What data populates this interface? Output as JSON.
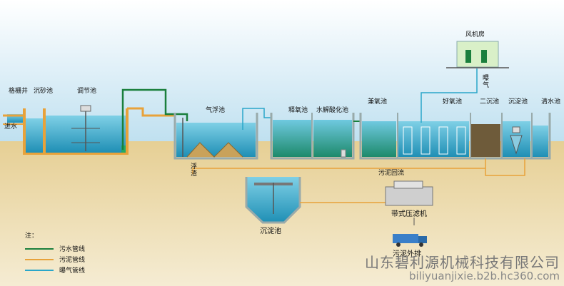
{
  "labels": {
    "grille_well": "格栅井",
    "grit_chamber": "沉砂池",
    "equalization_tank": "调节池",
    "water_inlet": "进水",
    "air_flotation_tank": "气浮池",
    "dilution_tank": "释氧池",
    "hydrolysis_tank": "水解酸化池",
    "anoxic_tank": "兼氧池",
    "aerobic_tank": "好氧池",
    "secondary_clarifier": "二沉池",
    "sedimentation_tank": "沉淀池",
    "clear_water_tank": "清水池",
    "blower_room": "风机房",
    "aeration": "曝气",
    "scum": "浮渣",
    "sludge_return": "污泥回流",
    "settling_tank": "沉淀池",
    "belt_filter_press": "带式压滤机",
    "sludge_out": "污泥外排"
  },
  "legend": {
    "title": "注：",
    "items": [
      {
        "label": "污水管线",
        "color": "#1a7f3c"
      },
      {
        "label": "污泥管线",
        "color": "#e8a23a"
      },
      {
        "label": "曝气管线",
        "color": "#2aa6c9"
      }
    ]
  },
  "watermark": {
    "company": "山东碧利源机械科技有限公司",
    "url": "biliyuanjixie.b2b.hc360.com"
  },
  "colors": {
    "sky": "#cfe8f5",
    "ground": "#e9d8a6",
    "concrete": "#f0a53a",
    "water": "#48b4d2",
    "sewage_line": "#1a7f3c",
    "sludge_line": "#e8a23a",
    "aeration_line": "#2aa6c9"
  }
}
